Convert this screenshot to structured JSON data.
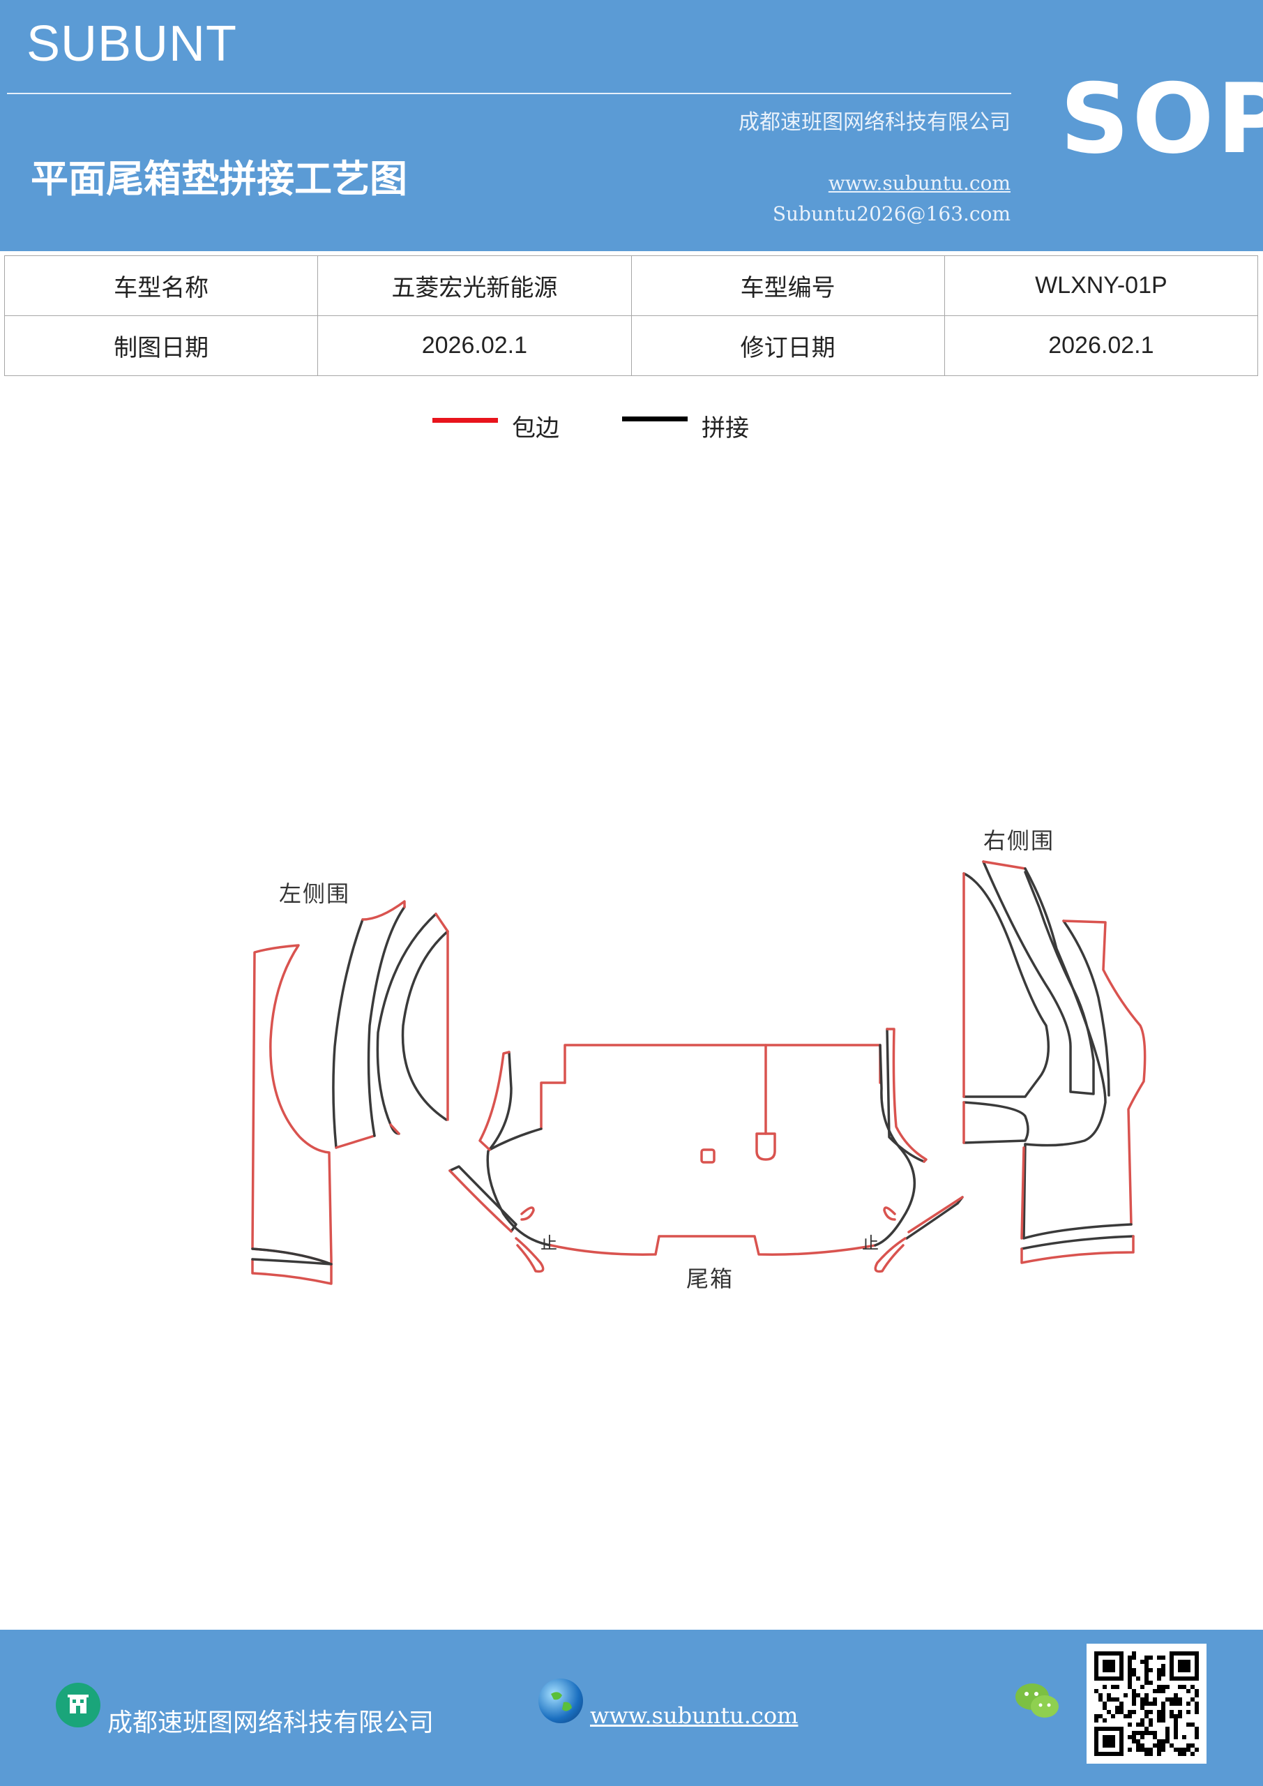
{
  "header": {
    "brand": "SUBUNT",
    "company": "成都速班图网络科技有限公司",
    "title": "平面尾箱垫拼接工艺图",
    "url": "www.subuntu.com",
    "email": "Subuntu2026@163.com",
    "badge": "SOP"
  },
  "info": {
    "model_name_label": "车型名称",
    "model_name_value": "五菱宏光新能源",
    "model_code_label": "车型编号",
    "model_code_value": "WLXNY-01P",
    "draw_date_label": "制图日期",
    "draw_date_value": "2026.02.1",
    "revise_date_label": "修订日期",
    "revise_date_value": "2026.02.1"
  },
  "legend": {
    "edge_label": "包边",
    "edge_color": "#e8141c",
    "seam_label": "拼接",
    "seam_color": "#000000"
  },
  "diagram": {
    "left_label": "左侧围",
    "right_label": "右侧围",
    "trunk_label": "尾箱",
    "stop_mark": "止",
    "edge_stroke": "#d9534f",
    "seam_stroke": "#3a3a3a"
  },
  "footer": {
    "company": "成都速班图网络科技有限公司",
    "url": "www.subuntu.com",
    "company_icon": "building-icon",
    "web_icon": "globe-icon",
    "wechat_icon": "wechat-icon",
    "qr_icon": "qr-code-icon"
  }
}
